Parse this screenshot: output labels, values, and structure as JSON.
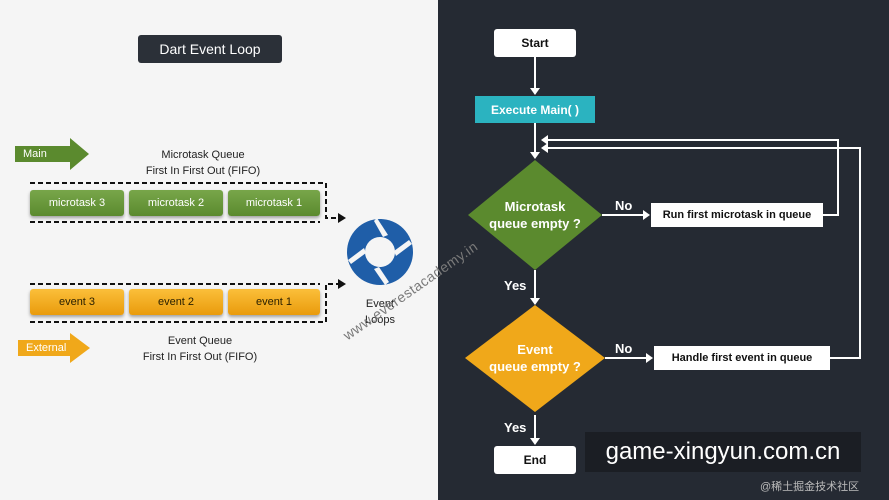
{
  "title": "Dart Event Loop",
  "main_tag": "Main",
  "external_tag": "External",
  "microtask_queue": {
    "label_line1": "Microtask Queue",
    "label_line2": "First In First Out (FIFO)",
    "items": [
      "microtask 3",
      "microtask 2",
      "microtask 1"
    ]
  },
  "event_queue": {
    "label_line1": "Event Queue",
    "label_line2": "First In First Out (FIFO)",
    "items": [
      "event 3",
      "event 2",
      "event 1"
    ]
  },
  "event_loops_line1": "Event",
  "event_loops_line2": "Loops",
  "watermark": "www.everestacademy.in",
  "flow": {
    "start": "Start",
    "execute": "Execute Main( )",
    "micro_check_line1": "Microtask",
    "micro_check_line2": "queue empty ?",
    "event_check_line1": "Event",
    "event_check_line2": "queue empty ?",
    "no1": "No",
    "no2": "No",
    "yes1": "Yes",
    "yes2": "Yes",
    "run_micro": "Run first microtask in queue",
    "handle_event": "Handle first event in queue",
    "end": "End"
  },
  "overlay_text": "game-xingyun.com.cn",
  "credit": "@稀土掘金技术社区",
  "colors": {
    "green": "#5b8a2e",
    "orange": "#f0a81a",
    "teal": "#2bb3c0",
    "dark": "#252a33"
  }
}
